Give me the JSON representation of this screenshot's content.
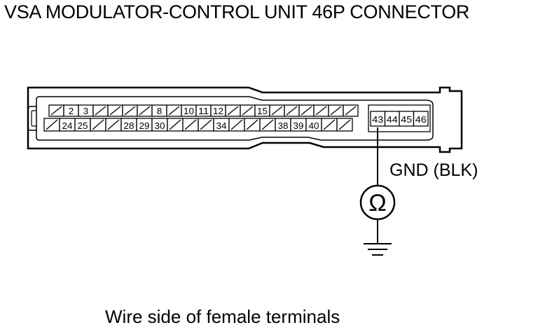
{
  "title": "VSA MODULATOR-CONTROL UNIT 46P CONNECTOR",
  "wire_label": "GND (BLK)",
  "meter_symbol": "Ω",
  "caption": "Wire side of female terminals",
  "connector": {
    "row1": [
      "",
      "2",
      "3",
      "",
      "",
      "",
      "",
      "8",
      "",
      "10",
      "11",
      "12",
      "",
      "",
      "15",
      "",
      "",
      "",
      "",
      "",
      ""
    ],
    "row2": [
      "",
      "24",
      "25",
      "",
      "",
      "28",
      "29",
      "30",
      "",
      "",
      "",
      "34",
      "",
      "",
      "",
      "38",
      "39",
      "40",
      "",
      ""
    ],
    "right_block": [
      "43",
      "44",
      "45",
      "46"
    ]
  }
}
